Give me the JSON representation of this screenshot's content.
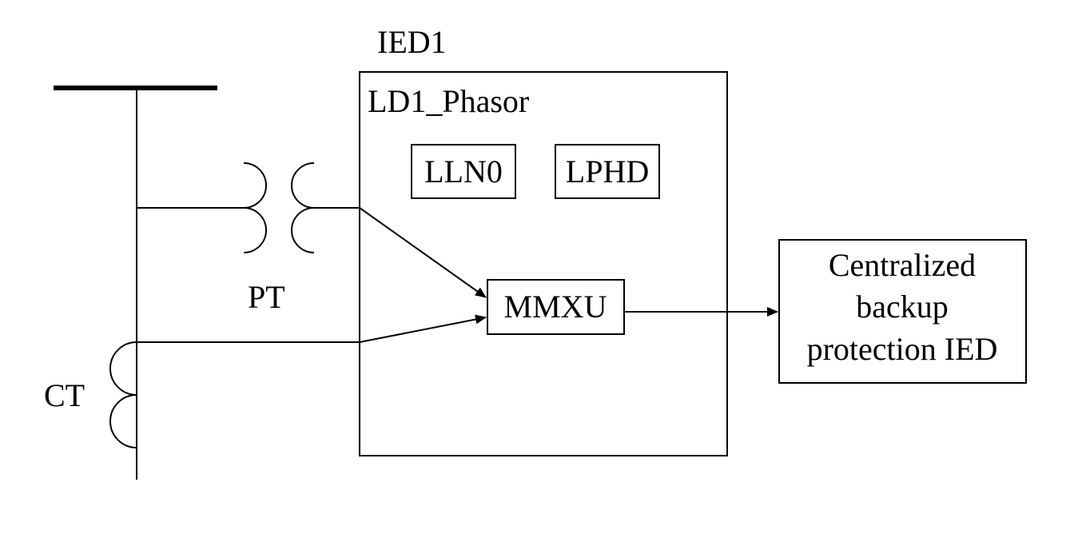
{
  "diagram": {
    "ied_label": "IED1",
    "logical_device": "LD1_Phasor",
    "nodes": {
      "lln0": "LLN0",
      "lphd": "LPHD",
      "mmxu": "MMXU"
    },
    "pt_label": "PT",
    "ct_label": "CT",
    "backup_ied": {
      "line1": "Centralized",
      "line2": "backup",
      "line3": "protection IED"
    }
  }
}
